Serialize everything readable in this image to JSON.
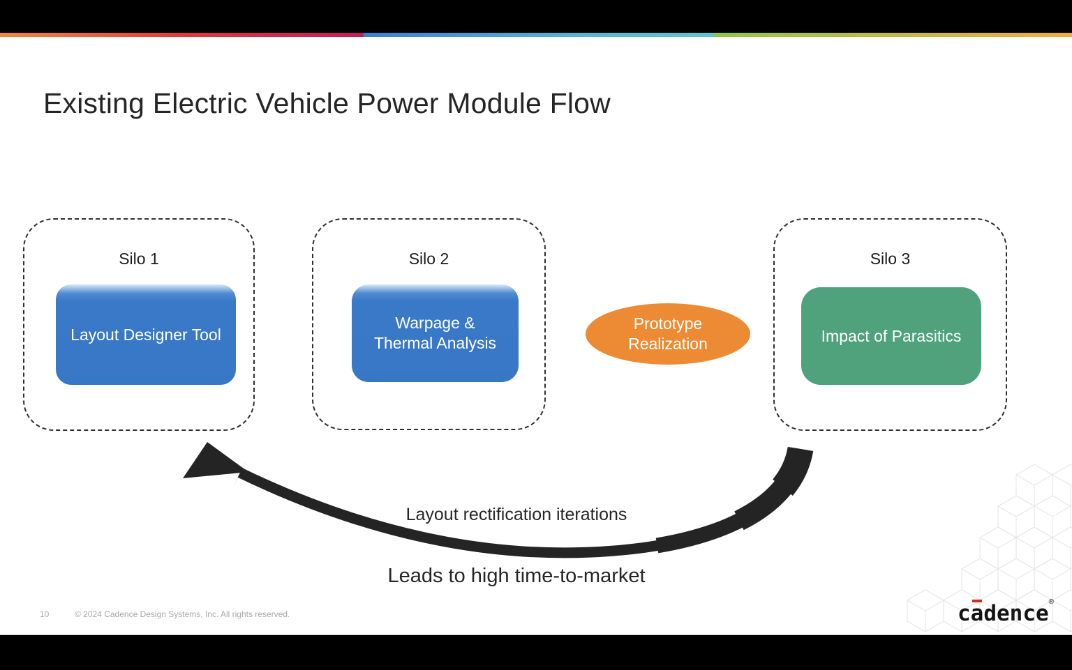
{
  "slide": {
    "title": "Existing Electric Vehicle Power Module Flow",
    "silos": [
      {
        "label": "Silo 1",
        "box_label": "Layout Designer Tool",
        "box_color": "#3778c6"
      },
      {
        "label": "Silo 2",
        "box_label": "Warpage & Thermal Analysis",
        "box_color": "#3778c6"
      },
      {
        "label": "Silo 3",
        "box_label": "Impact of Parasitics",
        "box_color": "#4fa27b"
      }
    ],
    "ellipse": {
      "label": "Prototype Realization",
      "color": "#ec8b33"
    },
    "arrow_caption": "Layout rectification iterations",
    "conclusion": "Leads to high time-to-market",
    "arrow_color": "#242424"
  },
  "footer": {
    "page_number": "10",
    "copyright": "© 2024 Cadence Design Systems, Inc. All rights reserved."
  },
  "logo": {
    "part1": "c",
    "part2": "a",
    "part3": "dence",
    "registered": "®"
  },
  "colors": {
    "top_bar": "#000000",
    "stripe_segments": [
      "#f1893c",
      "#e03a3b",
      "#c11e5b",
      "#3f7ed8",
      "#5cc6cf",
      "#90c841",
      "#f2ac3f"
    ],
    "title_text": "#252525",
    "silo_dash": "#2f2f2f",
    "hex_pattern_line": "#e8e8e8"
  }
}
